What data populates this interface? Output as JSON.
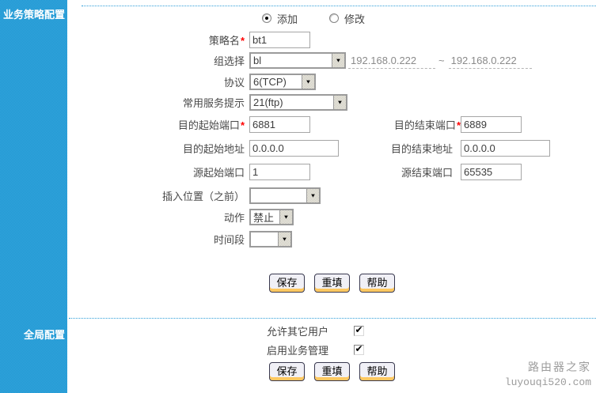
{
  "sidebar": {
    "policy_section_title": "业务策略配置",
    "global_section_title": "全局配置"
  },
  "misc": {
    "required_mark": "*"
  },
  "icons": {
    "checkmark": "✔",
    "dropdown_arrow": "▼"
  },
  "policy_form": {
    "mode": {
      "add_label": "添加",
      "modify_label": "修改",
      "selected": "add"
    },
    "policy_name": {
      "label": "策略名",
      "value": "bt1",
      "required": true
    },
    "group_select": {
      "label": "组选择",
      "value": "bl",
      "ip_start": "192.168.0.222",
      "separator": "~",
      "ip_end": "192.168.0.222"
    },
    "protocol": {
      "label": "协议",
      "value": "6(TCP)"
    },
    "common_service": {
      "label": "常用服务提示",
      "value": "21(ftp)"
    },
    "dst_start_port": {
      "label": "目的起始端口",
      "value": "6881",
      "required": true
    },
    "dst_end_port": {
      "label": "目的结束端口",
      "value": "6889",
      "required": true
    },
    "dst_start_addr": {
      "label": "目的起始地址",
      "value": "0.0.0.0"
    },
    "dst_end_addr": {
      "label": "目的结束地址",
      "value": "0.0.0.0"
    },
    "src_start_port": {
      "label": "源起始端口",
      "value": "1"
    },
    "src_end_port": {
      "label": "源结束端口",
      "value": "65535"
    },
    "insert_position": {
      "label": "插入位置（之前）",
      "value": ""
    },
    "action": {
      "label": "动作",
      "value": "禁止"
    },
    "time_range": {
      "label": "时间段",
      "value": ""
    },
    "buttons": {
      "save": "保存",
      "reset": "重填",
      "help": "帮助"
    }
  },
  "global_form": {
    "allow_other_users": {
      "label": "允许其它用户",
      "checked": true
    },
    "enable_service_mgmt": {
      "label": "启用业务管理",
      "checked": true
    },
    "buttons": {
      "save": "保存",
      "reset": "重填",
      "help": "帮助"
    }
  },
  "watermark": {
    "site_name": "路由器之家",
    "site_url": "luyouqi520.com"
  },
  "colors": {
    "sidebar_blue": "#259cd6",
    "dotted_line_blue": "#2e9ed8",
    "required_red": "#ff0000",
    "button_bottom_yellow": "#fec861"
  }
}
